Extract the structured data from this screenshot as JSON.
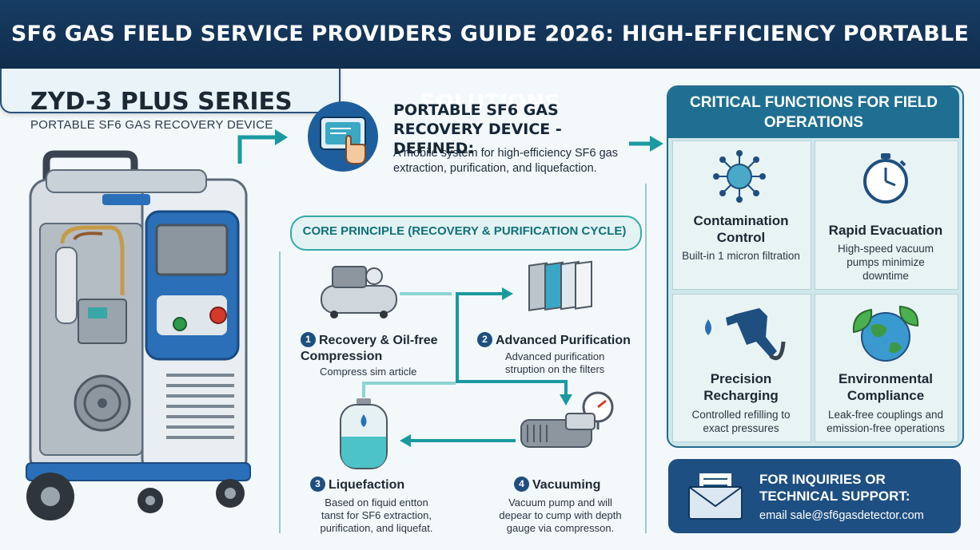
{
  "header": {
    "title": "SF6 GAS FIELD SERVICE PROVIDERS GUIDE 2026: HIGH-EFFICIENCY PORTABLE SOLUTIONS"
  },
  "brand": {
    "title": "ZYD-3 PLUS SERIES",
    "subtitle": "PORTABLE SF6 GAS RECOVERY DEVICE"
  },
  "definition": {
    "title": "PORTABLE SF6 GAS RECOVERY DEVICE - DEFINED:",
    "text": "A mobile system for high-efficiency SF6 gas extraction, purification, and liquefaction."
  },
  "core": {
    "label": "CORE PRINCIPLE (RECOVERY & PURIFICATION CYCLE)",
    "steps": [
      {
        "num": "1",
        "title": "Recovery & Oil-free Compression",
        "desc": "Compress sim article"
      },
      {
        "num": "2",
        "title": "Advanced Purification",
        "desc": "Advanced purification struption on the filters"
      },
      {
        "num": "3",
        "title": "Liquefaction",
        "desc": "Based on fiquid entton tanst for SF6 extraction, purification, and liquefat."
      },
      {
        "num": "4",
        "title": "Vacuuming",
        "desc": "Vacuum pump and will depear to cump with depth gauge via compresson."
      }
    ]
  },
  "critical": {
    "title": "CRITICAL FUNCTIONS FOR FIELD OPERATIONS",
    "items": [
      {
        "title": "Contamination Control",
        "desc": "Built-in 1 micron filtration",
        "icon": "contamination-icon"
      },
      {
        "title": "Rapid Evacuation",
        "desc": "High-speed vacuum pumps minimize downtime",
        "icon": "stopwatch-icon"
      },
      {
        "title": "Precision Recharging",
        "desc": "Controlled refilling to exact pressures",
        "icon": "fuel-nozzle-icon"
      },
      {
        "title": "Environmental Compliance",
        "desc": "Leak-free couplings and emission-free operations",
        "icon": "globe-leaf-icon"
      }
    ]
  },
  "inquiry": {
    "title": "FOR INQUIRIES OR TECHNICAL SUPPORT:",
    "email": "email sale@sf6gasdetector.com"
  },
  "colors": {
    "navy": "#173c63",
    "teal": "#1a9aa0",
    "blue": "#2a6fb8"
  }
}
